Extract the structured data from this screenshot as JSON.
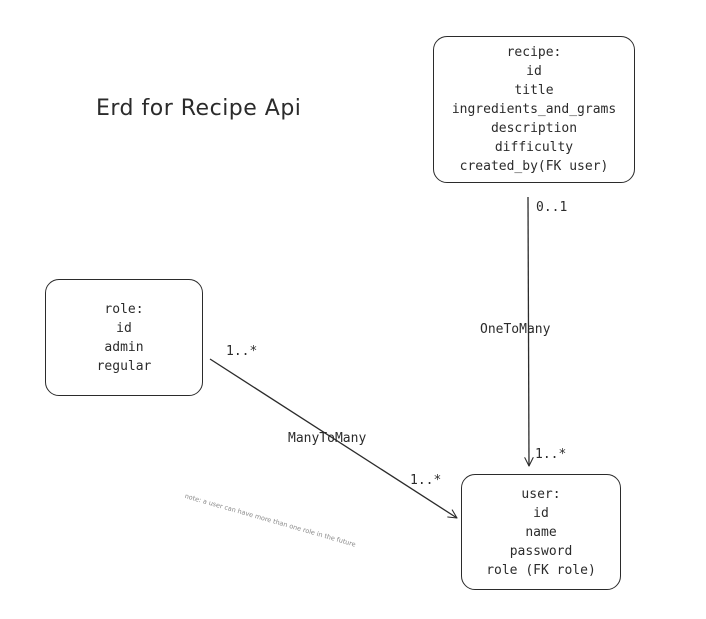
{
  "title": "Erd for Recipe Api",
  "entities": {
    "recipe": {
      "lines": [
        "recipe:",
        "id",
        "title",
        "ingredients_and_grams",
        "description",
        "difficulty",
        "created_by(FK user)"
      ]
    },
    "role": {
      "lines": [
        "role:",
        "id",
        "admin",
        "regular"
      ]
    },
    "user": {
      "lines": [
        "user:",
        "id",
        "name",
        "password",
        "role (FK role)"
      ]
    }
  },
  "relationships": {
    "recipe_user": {
      "name": "OneToMany",
      "recipe_multiplicity": "0..1",
      "user_multiplicity": "1..*"
    },
    "role_user": {
      "name": "ManyToMany",
      "role_multiplicity": "1..*",
      "user_multiplicity": "1..*"
    }
  },
  "note": "note: a user can have more than one role in the future",
  "colors": {
    "stroke": "#2b2b2b",
    "note": "#8a8a8a",
    "background": "#ffffff"
  }
}
